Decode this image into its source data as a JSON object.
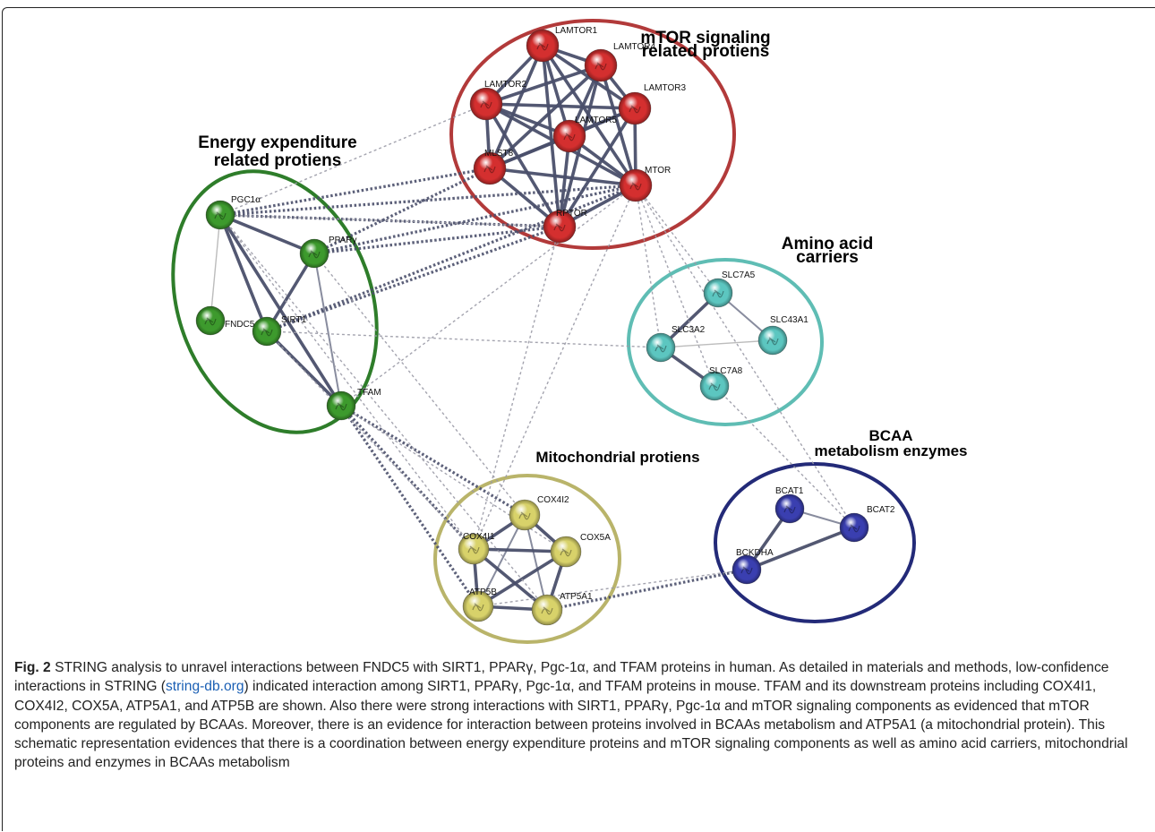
{
  "colors": {
    "mtor": "#d42f2f",
    "energy": "#3d9a2d",
    "amino": "#5cc6c0",
    "mito": "#d8d26a",
    "bcaa": "#3a3fb0"
  },
  "clusters": [
    {
      "id": "mtor",
      "title_lines": [
        "mTOR signaling",
        "related protiens"
      ],
      "outline": "#b23a3a"
    },
    {
      "id": "energy",
      "title_lines": [
        "Energy expenditure",
        "related protiens"
      ],
      "outline": "#2e7d2a"
    },
    {
      "id": "amino",
      "title_lines": [
        "Amino acid",
        "carriers"
      ],
      "outline": "#5fbdb4"
    },
    {
      "id": "mito",
      "title_lines": [
        "Mitochondrial protiens"
      ],
      "outline": "#b9b46a"
    },
    {
      "id": "bcaa",
      "title_lines": [
        "BCAA",
        "metabolism enzymes"
      ],
      "outline": "#232a78"
    }
  ],
  "nodes": [
    {
      "id": "LAMTOR1",
      "label": "LAMTOR1",
      "group": "mtor"
    },
    {
      "id": "LAMTOR4",
      "label": "LAMTOR4",
      "group": "mtor"
    },
    {
      "id": "LAMTOR2",
      "label": "LAMTOR2",
      "group": "mtor"
    },
    {
      "id": "LAMTOR3",
      "label": "LAMTOR3",
      "group": "mtor"
    },
    {
      "id": "LAMTOR5",
      "label": "LAMTOR5",
      "group": "mtor"
    },
    {
      "id": "MLST8",
      "label": "MLST8",
      "group": "mtor"
    },
    {
      "id": "MTOR",
      "label": "MTOR",
      "group": "mtor"
    },
    {
      "id": "RPTOR",
      "label": "RPTOR",
      "group": "mtor"
    },
    {
      "id": "PGC1A",
      "label": "PGC1α",
      "group": "energy"
    },
    {
      "id": "PPARG",
      "label": "PPARγ",
      "group": "energy"
    },
    {
      "id": "FNDC5",
      "label": "FNDC5",
      "group": "energy"
    },
    {
      "id": "SIRT1",
      "label": "SIRT1",
      "group": "energy"
    },
    {
      "id": "TFAM",
      "label": "TFAM",
      "group": "energy"
    },
    {
      "id": "SLC7A5",
      "label": "SLC7A5",
      "group": "amino"
    },
    {
      "id": "SLC3A2",
      "label": "SLC3A2",
      "group": "amino"
    },
    {
      "id": "SLC43A1",
      "label": "SLC43A1",
      "group": "amino"
    },
    {
      "id": "SLC7A8",
      "label": "SLC7A8",
      "group": "amino"
    },
    {
      "id": "COX4I2",
      "label": "COX4I2",
      "group": "mito"
    },
    {
      "id": "COX4I1",
      "label": "COX4I1",
      "group": "mito"
    },
    {
      "id": "COX5A",
      "label": "COX5A",
      "group": "mito"
    },
    {
      "id": "ATP5B",
      "label": "ATP5B",
      "group": "mito"
    },
    {
      "id": "ATP5A1",
      "label": "ATP5A1",
      "group": "mito"
    },
    {
      "id": "BCAT1",
      "label": "BCAT1",
      "group": "bcaa"
    },
    {
      "id": "BCAT2",
      "label": "BCAT2",
      "group": "bcaa"
    },
    {
      "id": "BCKDHA",
      "label": "BCKDHA",
      "group": "bcaa"
    }
  ],
  "edges": [
    {
      "a": "LAMTOR1",
      "b": "LAMTOR4",
      "style": "strong"
    },
    {
      "a": "LAMTOR1",
      "b": "LAMTOR2",
      "style": "strong"
    },
    {
      "a": "LAMTOR1",
      "b": "LAMTOR3",
      "style": "strong"
    },
    {
      "a": "LAMTOR1",
      "b": "LAMTOR5",
      "style": "strong"
    },
    {
      "a": "LAMTOR1",
      "b": "MLST8",
      "style": "strong"
    },
    {
      "a": "LAMTOR1",
      "b": "MTOR",
      "style": "strong"
    },
    {
      "a": "LAMTOR1",
      "b": "RPTOR",
      "style": "strong"
    },
    {
      "a": "LAMTOR4",
      "b": "LAMTOR2",
      "style": "strong"
    },
    {
      "a": "LAMTOR4",
      "b": "LAMTOR3",
      "style": "strong"
    },
    {
      "a": "LAMTOR4",
      "b": "LAMTOR5",
      "style": "strong"
    },
    {
      "a": "LAMTOR4",
      "b": "MLST8",
      "style": "strong"
    },
    {
      "a": "LAMTOR4",
      "b": "MTOR",
      "style": "strong"
    },
    {
      "a": "LAMTOR4",
      "b": "RPTOR",
      "style": "strong"
    },
    {
      "a": "LAMTOR2",
      "b": "LAMTOR3",
      "style": "strong"
    },
    {
      "a": "LAMTOR2",
      "b": "LAMTOR5",
      "style": "strong"
    },
    {
      "a": "LAMTOR2",
      "b": "MLST8",
      "style": "strong"
    },
    {
      "a": "LAMTOR2",
      "b": "MTOR",
      "style": "strong"
    },
    {
      "a": "LAMTOR2",
      "b": "RPTOR",
      "style": "strong"
    },
    {
      "a": "LAMTOR3",
      "b": "LAMTOR5",
      "style": "strong"
    },
    {
      "a": "LAMTOR3",
      "b": "MLST8",
      "style": "strong"
    },
    {
      "a": "LAMTOR3",
      "b": "MTOR",
      "style": "strong"
    },
    {
      "a": "LAMTOR3",
      "b": "RPTOR",
      "style": "strong"
    },
    {
      "a": "LAMTOR5",
      "b": "MLST8",
      "style": "strong"
    },
    {
      "a": "LAMTOR5",
      "b": "MTOR",
      "style": "strong"
    },
    {
      "a": "LAMTOR5",
      "b": "RPTOR",
      "style": "strong"
    },
    {
      "a": "MLST8",
      "b": "MTOR",
      "style": "strong"
    },
    {
      "a": "MLST8",
      "b": "RPTOR",
      "style": "strong"
    },
    {
      "a": "MTOR",
      "b": "RPTOR",
      "style": "strong"
    },
    {
      "a": "PGC1A",
      "b": "PPARG",
      "style": "strong"
    },
    {
      "a": "PGC1A",
      "b": "SIRT1",
      "style": "strong"
    },
    {
      "a": "PGC1A",
      "b": "TFAM",
      "style": "strong"
    },
    {
      "a": "PGC1A",
      "b": "FNDC5",
      "style": "weak"
    },
    {
      "a": "PPARG",
      "b": "SIRT1",
      "style": "strong"
    },
    {
      "a": "PPARG",
      "b": "TFAM",
      "style": "medium"
    },
    {
      "a": "SIRT1",
      "b": "TFAM",
      "style": "strong"
    },
    {
      "a": "SLC7A5",
      "b": "SLC3A2",
      "style": "strong"
    },
    {
      "a": "SLC7A5",
      "b": "SLC43A1",
      "style": "medium"
    },
    {
      "a": "SLC3A2",
      "b": "SLC7A8",
      "style": "strong"
    },
    {
      "a": "SLC3A2",
      "b": "SLC43A1",
      "style": "weak"
    },
    {
      "a": "COX4I2",
      "b": "COX4I1",
      "style": "strong"
    },
    {
      "a": "COX4I2",
      "b": "COX5A",
      "style": "strong"
    },
    {
      "a": "COX4I2",
      "b": "ATP5B",
      "style": "medium"
    },
    {
      "a": "COX4I2",
      "b": "ATP5A1",
      "style": "medium"
    },
    {
      "a": "COX4I1",
      "b": "COX5A",
      "style": "strong"
    },
    {
      "a": "COX4I1",
      "b": "ATP5B",
      "style": "strong"
    },
    {
      "a": "COX4I1",
      "b": "ATP5A1",
      "style": "strong"
    },
    {
      "a": "COX5A",
      "b": "ATP5B",
      "style": "strong"
    },
    {
      "a": "COX5A",
      "b": "ATP5A1",
      "style": "strong"
    },
    {
      "a": "ATP5B",
      "b": "ATP5A1",
      "style": "strong"
    },
    {
      "a": "BCAT1",
      "b": "BCAT2",
      "style": "medium"
    },
    {
      "a": "BCAT1",
      "b": "BCKDHA",
      "style": "strong"
    },
    {
      "a": "BCAT2",
      "b": "BCKDHA",
      "style": "strong"
    },
    {
      "a": "PGC1A",
      "b": "MLST8",
      "style": "dash"
    },
    {
      "a": "PGC1A",
      "b": "MTOR",
      "style": "dash"
    },
    {
      "a": "PGC1A",
      "b": "RPTOR",
      "style": "dash"
    },
    {
      "a": "PGC1A",
      "b": "LAMTOR2",
      "style": "dashfine"
    },
    {
      "a": "PPARG",
      "b": "MTOR",
      "style": "dash"
    },
    {
      "a": "PPARG",
      "b": "RPTOR",
      "style": "dash"
    },
    {
      "a": "PPARG",
      "b": "MLST8",
      "style": "dash"
    },
    {
      "a": "SIRT1",
      "b": "MTOR",
      "style": "dash"
    },
    {
      "a": "SIRT1",
      "b": "RPTOR",
      "style": "dash"
    },
    {
      "a": "SIRT1",
      "b": "SLC3A2",
      "style": "dashfine"
    },
    {
      "a": "TFAM",
      "b": "MTOR",
      "style": "dashfine"
    },
    {
      "a": "TFAM",
      "b": "COX4I1",
      "style": "dash"
    },
    {
      "a": "TFAM",
      "b": "COX4I2",
      "style": "dash"
    },
    {
      "a": "TFAM",
      "b": "ATP5B",
      "style": "dash"
    },
    {
      "a": "TFAM",
      "b": "COX5A",
      "style": "dashfine"
    },
    {
      "a": "PGC1A",
      "b": "COX4I1",
      "style": "dashfine"
    },
    {
      "a": "PGC1A",
      "b": "ATP5A1",
      "style": "dashfine"
    },
    {
      "a": "PPARG",
      "b": "COX4I2",
      "style": "dashfine"
    },
    {
      "a": "SIRT1",
      "b": "COX4I1",
      "style": "dashfine"
    },
    {
      "a": "RPTOR",
      "b": "COX4I1",
      "style": "dashfine"
    },
    {
      "a": "RPTOR",
      "b": "PGC1A",
      "style": "dashfine"
    },
    {
      "a": "MTOR",
      "b": "COX4I1",
      "style": "dashfine"
    },
    {
      "a": "MTOR",
      "b": "SLC7A5",
      "style": "dashfine"
    },
    {
      "a": "MTOR",
      "b": "SLC3A2",
      "style": "dashfine"
    },
    {
      "a": "MTOR",
      "b": "SLC7A8",
      "style": "dashfine"
    },
    {
      "a": "MTOR",
      "b": "BCAT2",
      "style": "dashfine"
    },
    {
      "a": "SLC7A8",
      "b": "BCAT2",
      "style": "dashfine"
    },
    {
      "a": "ATP5A1",
      "b": "BCKDHA",
      "style": "dash"
    },
    {
      "a": "ATP5B",
      "b": "BCKDHA",
      "style": "dashfine"
    }
  ],
  "caption": {
    "fig_label": "Fig. 2",
    "text_1": " STRING analysis to unravel interactions between FNDC5 with SIRT1, PPARγ, Pgc-1α, and TFAM proteins in human. As detailed in materials and methods, low-confidence interactions in STRING (",
    "link_text": "string-db.org",
    "text_2": ") indicated interaction among SIRT1, PPARγ, Pgc-1α, and TFAM proteins in mouse. TFAM and its downstream proteins including COX4I1, COX4I2, COX5A, ATP5A1, and ATP5B are shown. Also there were strong interactions with SIRT1, PPARγ, Pgc-1α and mTOR signaling components as evidenced that mTOR components are regulated by BCAAs. Moreover, there is an evidence for interaction between proteins involved in BCAAs metabolism and ATP5A1 (a mitochondrial protein). This schematic representation evidences that there is a coordination between energy expenditure proteins and mTOR signaling components as well as amino acid carriers, mitochondrial proteins and enzymes in BCAAs metabolism"
  }
}
